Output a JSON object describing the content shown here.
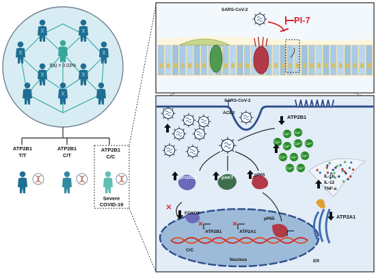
{
  "population": {
    "freq_label": "f(a) = 0.03%"
  },
  "genotypes": [
    {
      "gene": "ATP2B1",
      "genotype": "T/T"
    },
    {
      "gene": "ATP2B1",
      "genotype": "C/T"
    },
    {
      "gene": "ATP2B1",
      "genotype": "C/C"
    }
  ],
  "severe_label": [
    "Severe",
    "COVID-19"
  ],
  "top_panel": {
    "virus_label": "SARS-CoV-2",
    "inhibitor_label": "PI-7"
  },
  "cell": {
    "virus_label": "SARS-CoV-2",
    "receptor_label": "ACE2",
    "pump_label": "ATP2B1",
    "calcium_label": "Ca²⁺",
    "kinases": [
      "pFOXO3",
      "pAKT",
      "pP65"
    ],
    "cytokines": [
      "IL-1b",
      "IL-12",
      "TNF-a"
    ],
    "nuclear_foxo": "FOXO3",
    "nuclear_p65": "pP65",
    "genes": [
      "ATP2B1",
      "ATP2A1"
    ],
    "snp_label": "C/C",
    "nucleus_label": "Nucleus",
    "er_label": "ER",
    "er_pump_label": "ATP2A1"
  },
  "colors": {
    "person": "#1e6e93",
    "person_light": "#38a69a",
    "membrane": "#2f4f8c",
    "cytoplasm": "#e3edf8",
    "nucleus": "#9dbad9",
    "inhibitor": "#d8232a",
    "calcium": "#2a8c2a"
  }
}
